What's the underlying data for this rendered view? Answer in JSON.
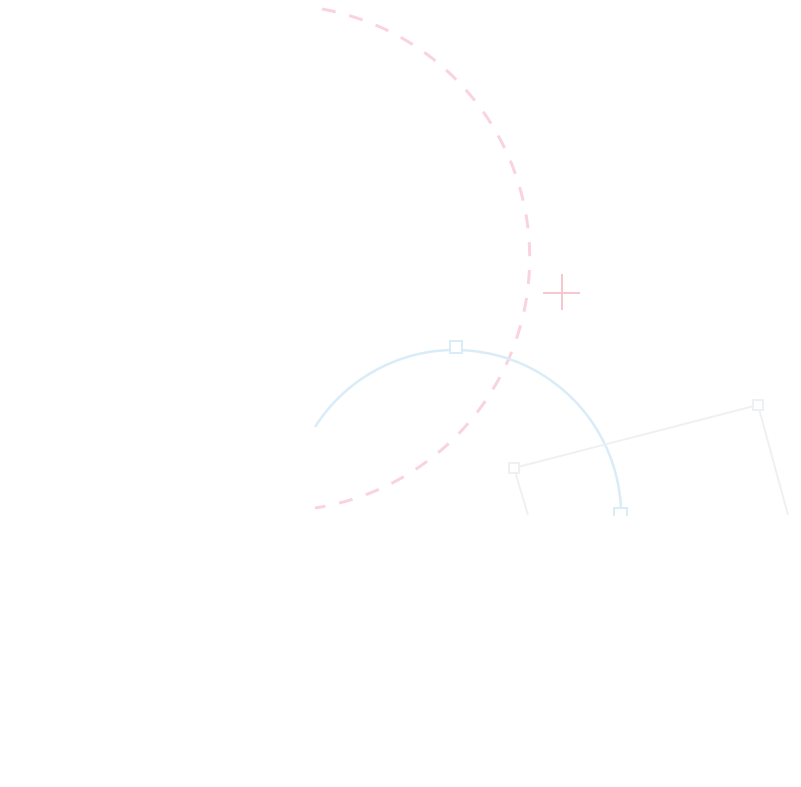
{
  "canvas": {
    "background": "#ffffff"
  },
  "colors": {
    "pink_guide": "#f9d3dd",
    "blue_arc": "#d9ecf8",
    "gray_outline": "#eef0f2",
    "crosshair": "#f5c7cf"
  },
  "elements": {
    "dashed_circle": {
      "style": "dashed",
      "color_key": "pink_guide"
    },
    "arc": {
      "style": "solid",
      "color_key": "blue_arc",
      "handles": [
        "top-handle",
        "end-handle"
      ]
    },
    "polyline": {
      "style": "solid",
      "color_key": "gray_outline",
      "handles": [
        "left-corner-handle",
        "right-corner-handle"
      ]
    },
    "crosshair": {
      "color_key": "crosshair",
      "icon": "crosshair-icon"
    }
  }
}
